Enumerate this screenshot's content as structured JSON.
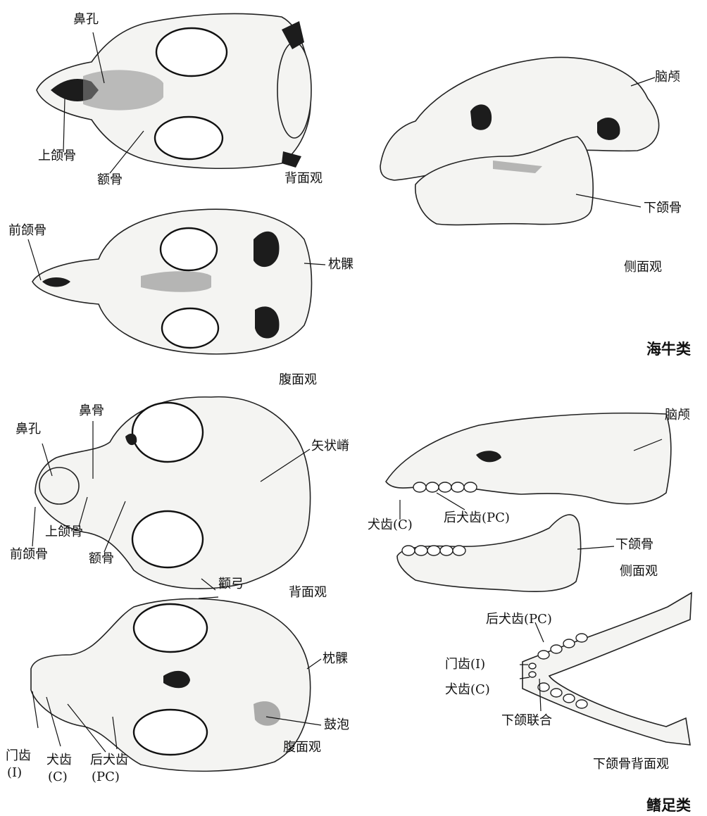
{
  "sections": {
    "sirenia": {
      "title": "海牛类"
    },
    "pinnipedia": {
      "title": "鳍足类"
    }
  },
  "labels": {
    "s_nostril": "鼻孔",
    "s_maxilla": "上颌骨",
    "s_frontal": "额骨",
    "s_dorsal_view": "背面观",
    "s_premaxilla": "前颌骨",
    "s_condyle": "枕髁",
    "s_ventral_view": "腹面观",
    "s_cranium": "脑颅",
    "s_mandible": "下颌骨",
    "s_lateral_view": "侧面观",
    "p_nasal": "鼻骨",
    "p_nostril": "鼻孔",
    "p_sagittal_crest": "矢状嵴",
    "p_maxilla": "上颌骨",
    "p_premaxilla": "前颌骨",
    "p_frontal": "额骨",
    "p_zygomatic": "颧弓",
    "p_dorsal_view": "背面观",
    "p_cranium": "脑颅",
    "p_canine": "犬齿(C)",
    "p_postcanine": "后犬齿(PC)",
    "p_mandible": "下颌骨",
    "p_lateral_view": "侧面观",
    "p_condyle": "枕髁",
    "p_bulla": "鼓泡",
    "p_ventral_view": "腹面观",
    "p_incisor_a": "门齿",
    "p_incisor_b": "(I)",
    "p_canine_a": "犬齿",
    "p_canine_b": "(C)",
    "p_postcanine_a": "后犬齿",
    "p_postcanine_b": "(PC)",
    "m_postcanine": "后犬齿(PC)",
    "m_incisor": "门齿(I)",
    "m_canine": "犬齿(C)",
    "m_symphysis": "下颌联合",
    "m_view": "下颌骨背面观"
  }
}
